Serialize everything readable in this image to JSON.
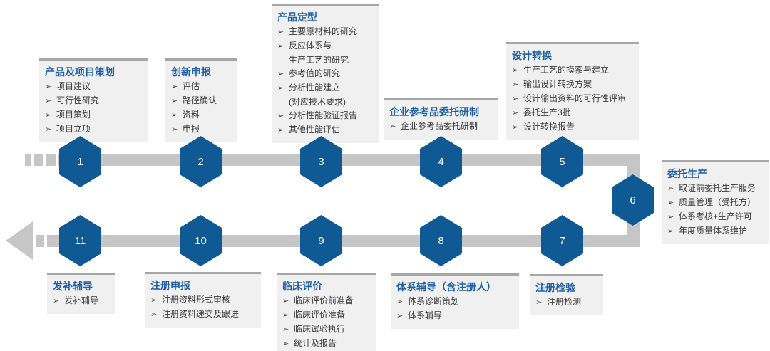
{
  "diagram": {
    "title": "",
    "flow": {
      "sequence": "1→2→3→4→5→6→7→8→9→10→11",
      "terminal_arrow": "left"
    },
    "bullet_glyph": "➢",
    "colors": {
      "hexagon_fill": "#0f5a94",
      "hexagon_number": "#ffffff",
      "stage_title": "#1e5fa6",
      "band": "#c6c6c6",
      "box_background": "#f0f0f0",
      "box_top_border": "#a6a6a6",
      "item_text": "#3a3a3a"
    },
    "stages": [
      {
        "step": "1",
        "title": "产品及项目策划",
        "items": [
          [
            "项目建议"
          ],
          [
            "可行性研究"
          ],
          [
            "项目策划"
          ],
          [
            "项目立项"
          ]
        ]
      },
      {
        "step": "2",
        "title": "创新申报",
        "items": [
          [
            "评估"
          ],
          [
            "路径确认"
          ],
          [
            "资料"
          ],
          [
            "申报"
          ]
        ]
      },
      {
        "step": "3",
        "title": "产品定型",
        "items": [
          [
            "主要原材料的研究"
          ],
          [
            "反应体系与",
            "生产工艺的研究"
          ],
          [
            "参考值的研究"
          ],
          [
            "分析性能建立",
            "(对应技术要求)"
          ],
          [
            "分析性能验证报告"
          ],
          [
            "其他性能评估"
          ]
        ]
      },
      {
        "step": "4",
        "title": "企业参考品委托研制",
        "items": [
          [
            "企业参考品委托研制"
          ]
        ]
      },
      {
        "step": "5",
        "title": "设计转换",
        "items": [
          [
            "生产工艺的摸索与建立"
          ],
          [
            "输出设计转换方案"
          ],
          [
            "设计输出资料的可行性评审"
          ],
          [
            "委托生产3批"
          ],
          [
            "设计转换报告"
          ]
        ]
      },
      {
        "step": "6",
        "title": "委托生产",
        "items": [
          [
            "取证前委托生产服务"
          ],
          [
            "质量管理（受托方）"
          ],
          [
            "体系考核+生产许可"
          ],
          [
            "年度质量体系维护"
          ]
        ]
      },
      {
        "step": "7",
        "title": "注册检验",
        "items": [
          [
            "注册检测"
          ]
        ]
      },
      {
        "step": "8",
        "title": "体系辅导（含注册人）",
        "items": [
          [
            "体系诊断策划"
          ],
          [
            "体系辅导"
          ]
        ]
      },
      {
        "step": "9",
        "title": "临床评价",
        "items": [
          [
            "临床评价前准备"
          ],
          [
            "临床评价准备"
          ],
          [
            "临床试验执行"
          ],
          [
            "统计及报告"
          ]
        ]
      },
      {
        "step": "10",
        "title": "注册申报",
        "items": [
          [
            "注册资料形式审核"
          ],
          [
            "注册资料递交及跟进"
          ]
        ]
      },
      {
        "step": "11",
        "title": "发补辅导",
        "items": [
          [
            "发补辅导"
          ]
        ]
      }
    ]
  }
}
